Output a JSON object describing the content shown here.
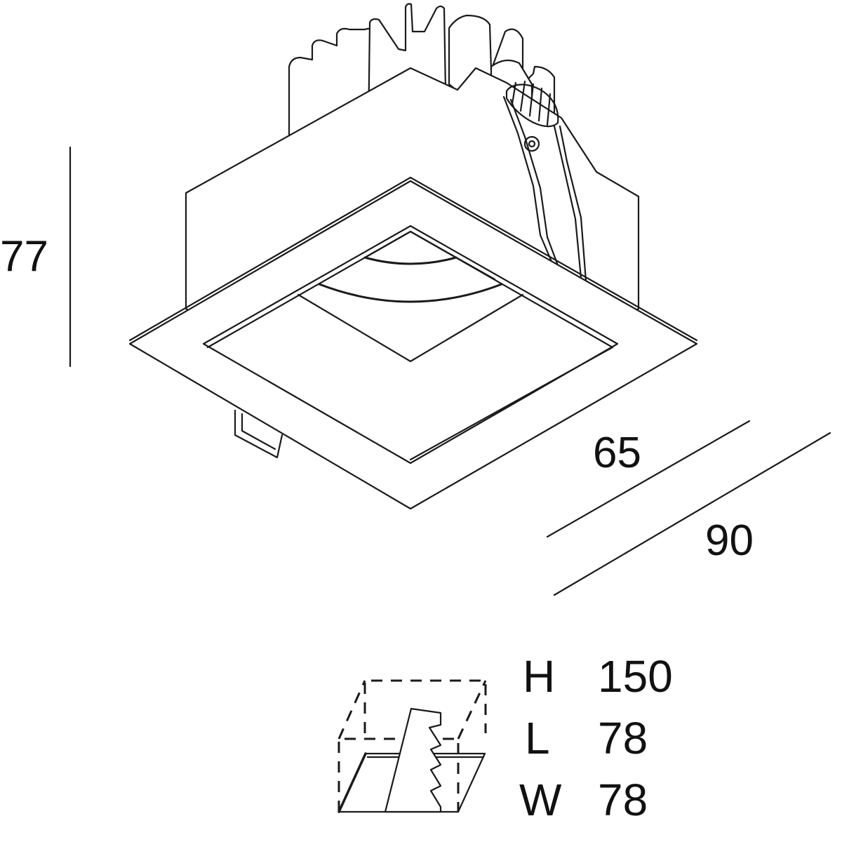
{
  "dimensions": {
    "height": "77",
    "inner_width": "65",
    "outer_width": "90"
  },
  "cutout_specs": [
    {
      "label": "H",
      "value": "150"
    },
    {
      "label": "L",
      "value": "78"
    },
    {
      "label": "W",
      "value": "78"
    }
  ],
  "colors": {
    "line": "#1a1a1a",
    "background": "#ffffff"
  }
}
